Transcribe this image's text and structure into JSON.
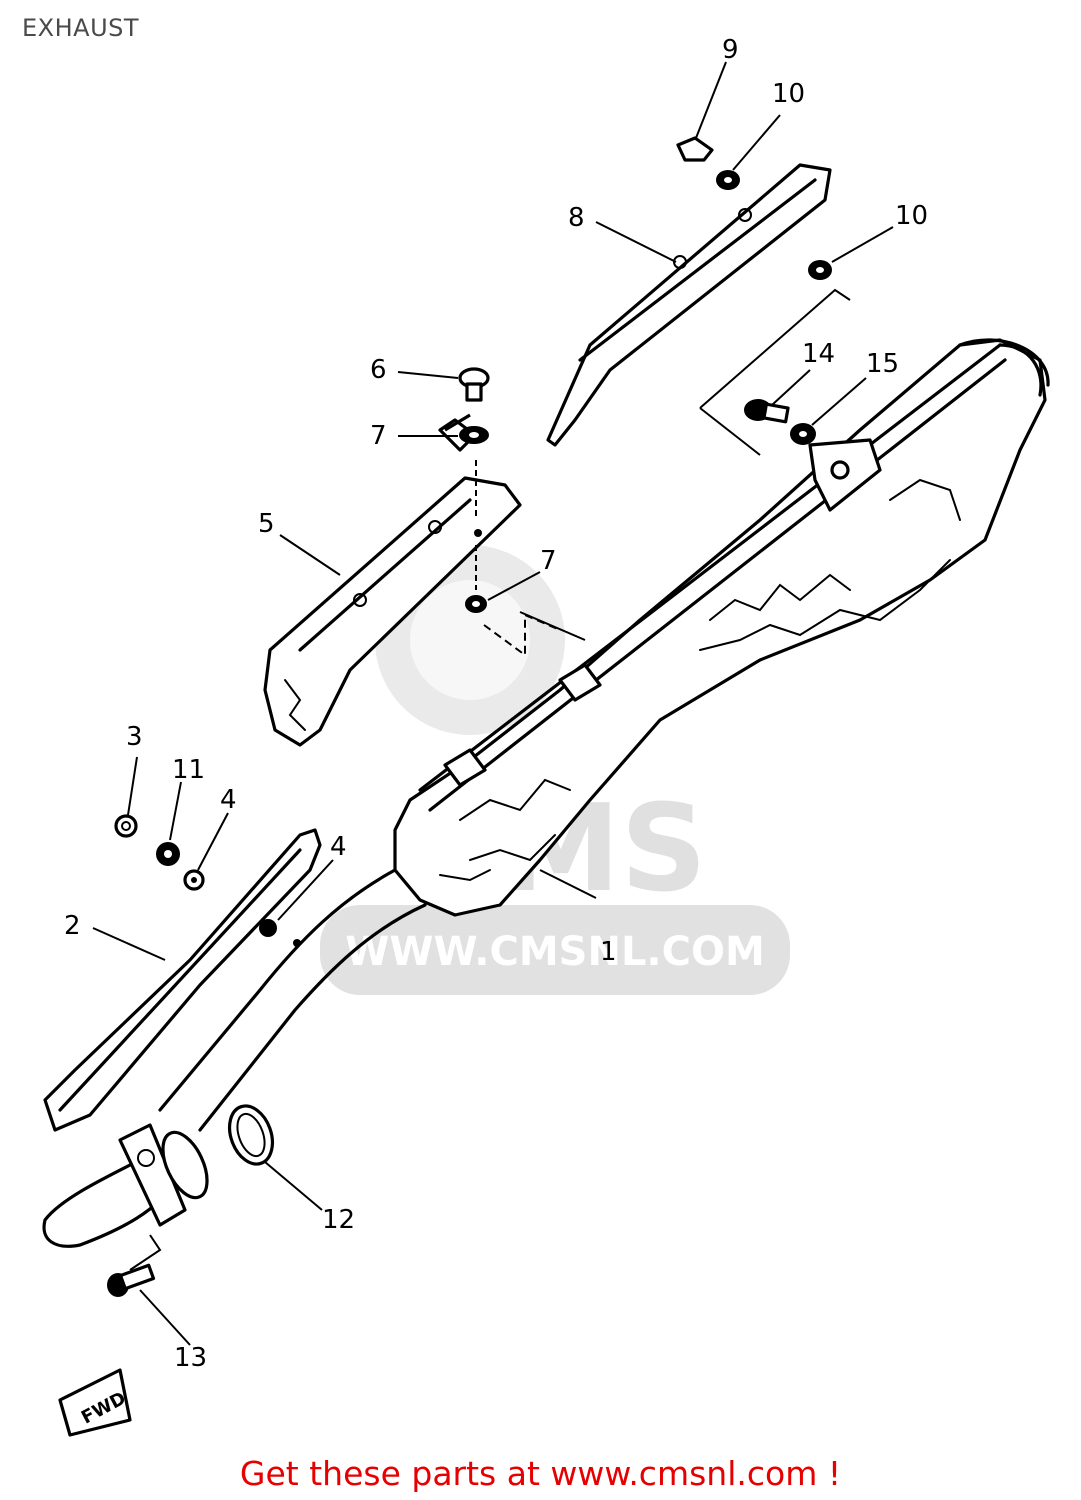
{
  "title": "EXHAUST",
  "watermark": {
    "brand": "CMS",
    "url": "WWW.CMSNL.COM"
  },
  "callouts": [
    {
      "id": "c1",
      "label": "1"
    },
    {
      "id": "c2",
      "label": "2"
    },
    {
      "id": "c3",
      "label": "3"
    },
    {
      "id": "c4a",
      "label": "4"
    },
    {
      "id": "c4b",
      "label": "4"
    },
    {
      "id": "c5",
      "label": "5"
    },
    {
      "id": "c6",
      "label": "6"
    },
    {
      "id": "c7a",
      "label": "7"
    },
    {
      "id": "c7b",
      "label": "7"
    },
    {
      "id": "c8",
      "label": "8"
    },
    {
      "id": "c9",
      "label": "9"
    },
    {
      "id": "c10a",
      "label": "10"
    },
    {
      "id": "c10b",
      "label": "10"
    },
    {
      "id": "c11",
      "label": "11"
    },
    {
      "id": "c12",
      "label": "12"
    },
    {
      "id": "c13",
      "label": "13"
    },
    {
      "id": "c14",
      "label": "14"
    },
    {
      "id": "c15",
      "label": "15"
    }
  ],
  "direction_marker": "FWD",
  "footer": "Get these parts at www.cmsnl.com !",
  "colors": {
    "footer_text": "#e60000",
    "title_text": "#4a4a4a",
    "watermark": "#d9d9d9"
  }
}
